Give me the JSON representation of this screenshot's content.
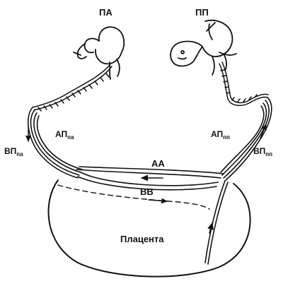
{
  "labels": {
    "twin_left": "ПА",
    "twin_right": "ПП",
    "artery_left_main": "АП",
    "artery_left_sub": "па",
    "vein_left_main": "ВП",
    "vein_left_sub": "па",
    "artery_right_main": "АП",
    "artery_right_sub": "пп",
    "vein_right_main": "ВП",
    "vein_right_sub": "пп",
    "aa": "АА",
    "vv": "ВВ",
    "placenta": "Плацента"
  },
  "colors": {
    "line": "#111111",
    "background": "#ffffff"
  }
}
